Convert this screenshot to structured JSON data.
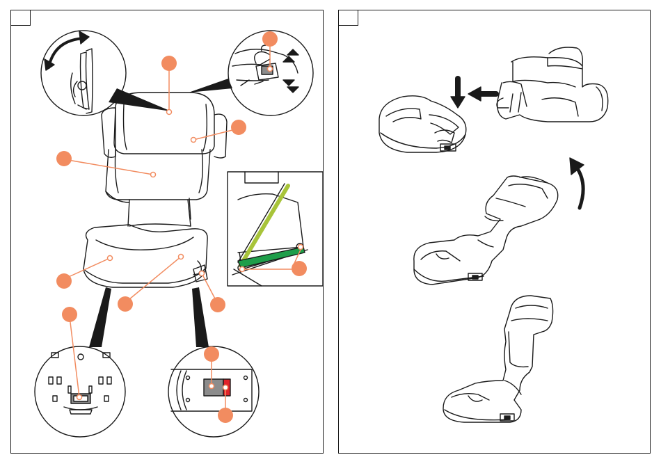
{
  "page": {
    "title": "",
    "panels": [
      {
        "id": "left",
        "step_label": ""
      },
      {
        "id": "right",
        "step_label": ""
      }
    ]
  },
  "colors": {
    "callout": "#f28c60",
    "ink": "#1a1a1a",
    "belt_diagonal": "#a8c43a",
    "belt_lap": "#1f9e4a",
    "release_red": "#e0232a",
    "indicator_gray": "#8c8c8c"
  },
  "callouts": {
    "left": [
      {
        "id": "headrest",
        "label": ""
      },
      {
        "id": "shoulder-belt-guide",
        "label": ""
      },
      {
        "id": "backrest",
        "label": ""
      },
      {
        "id": "seat-cushion",
        "label": ""
      },
      {
        "id": "lap-belt-guide",
        "label": ""
      },
      {
        "id": "isofix-release",
        "label": ""
      },
      {
        "id": "underside-handle",
        "label": ""
      },
      {
        "id": "isofix-indicator",
        "label": ""
      },
      {
        "id": "isofix-release-button",
        "label": ""
      },
      {
        "id": "headrest-adjuster",
        "label": ""
      },
      {
        "id": "vehicle-isofix",
        "label": ""
      }
    ]
  },
  "icons": [
    "rotate-arrow-icon",
    "up-arrow-icon",
    "down-arrow-icon",
    "push-arrow-icon",
    "curved-arrow-icon"
  ]
}
